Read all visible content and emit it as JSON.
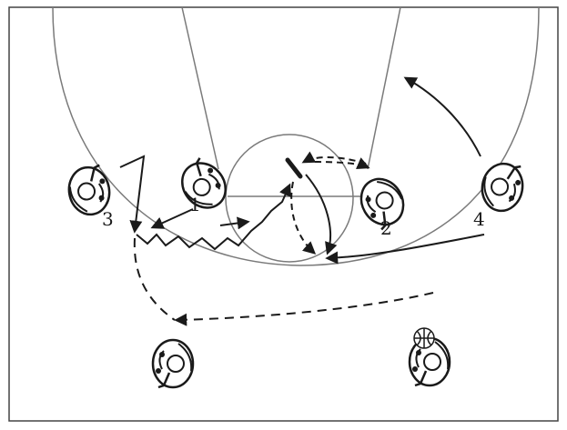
{
  "diagram": {
    "players": [
      {
        "id": "p3",
        "label": "3"
      },
      {
        "id": "p1",
        "label": "1"
      },
      {
        "id": "p2",
        "label": "2"
      },
      {
        "id": "p4",
        "label": "4"
      },
      {
        "id": "p-left-bottom",
        "label": ""
      },
      {
        "id": "p-right-bottom",
        "label": ""
      }
    ],
    "colors": {
      "line": "#1a1a1a",
      "court": "#7a7a7a",
      "player_fill": "#ffffff"
    }
  }
}
